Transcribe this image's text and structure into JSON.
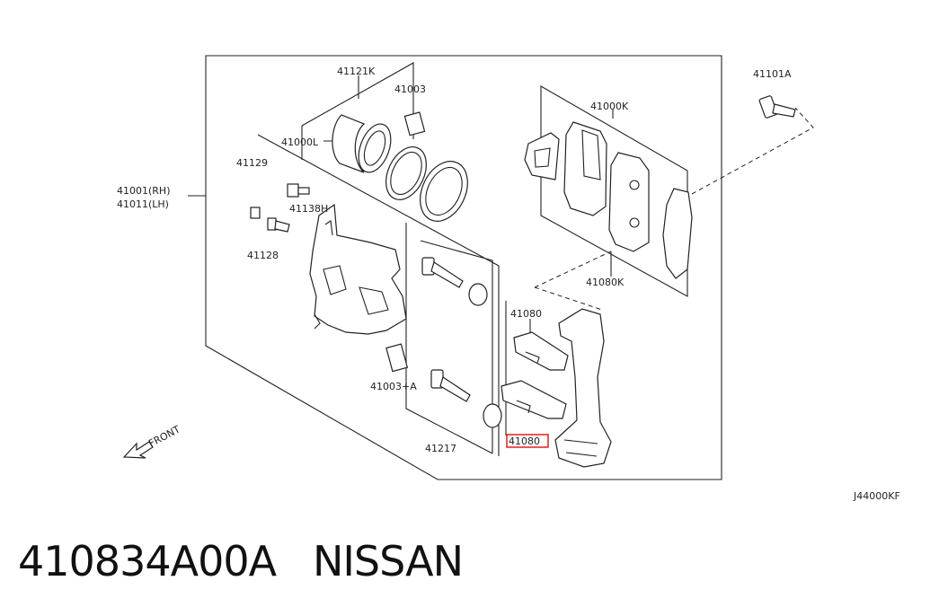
{
  "diagram": {
    "labels": {
      "caliper_assy_rh": "41001(RH)",
      "caliper_assy_lh": "41011(LH)",
      "piston_seal_kit": "41121K",
      "boot": "41003",
      "caliper_lh": "41000L",
      "bleeder": "41129",
      "bolt_41138h": "41138H",
      "cap_41128": "41128",
      "pad_kit": "41000K",
      "mounting_bolt": "41101A",
      "shim_kit": "41080K",
      "pad_retainer_upper": "41080",
      "boot_a": "41003+A",
      "pin": "41217",
      "pad_retainer_lower": "41080",
      "front": "FRONT",
      "diagram_code": "J44000KF"
    },
    "highlight_color": "#e0201b"
  },
  "title": {
    "part_number": "410834A00A",
    "brand": "NISSAN"
  }
}
